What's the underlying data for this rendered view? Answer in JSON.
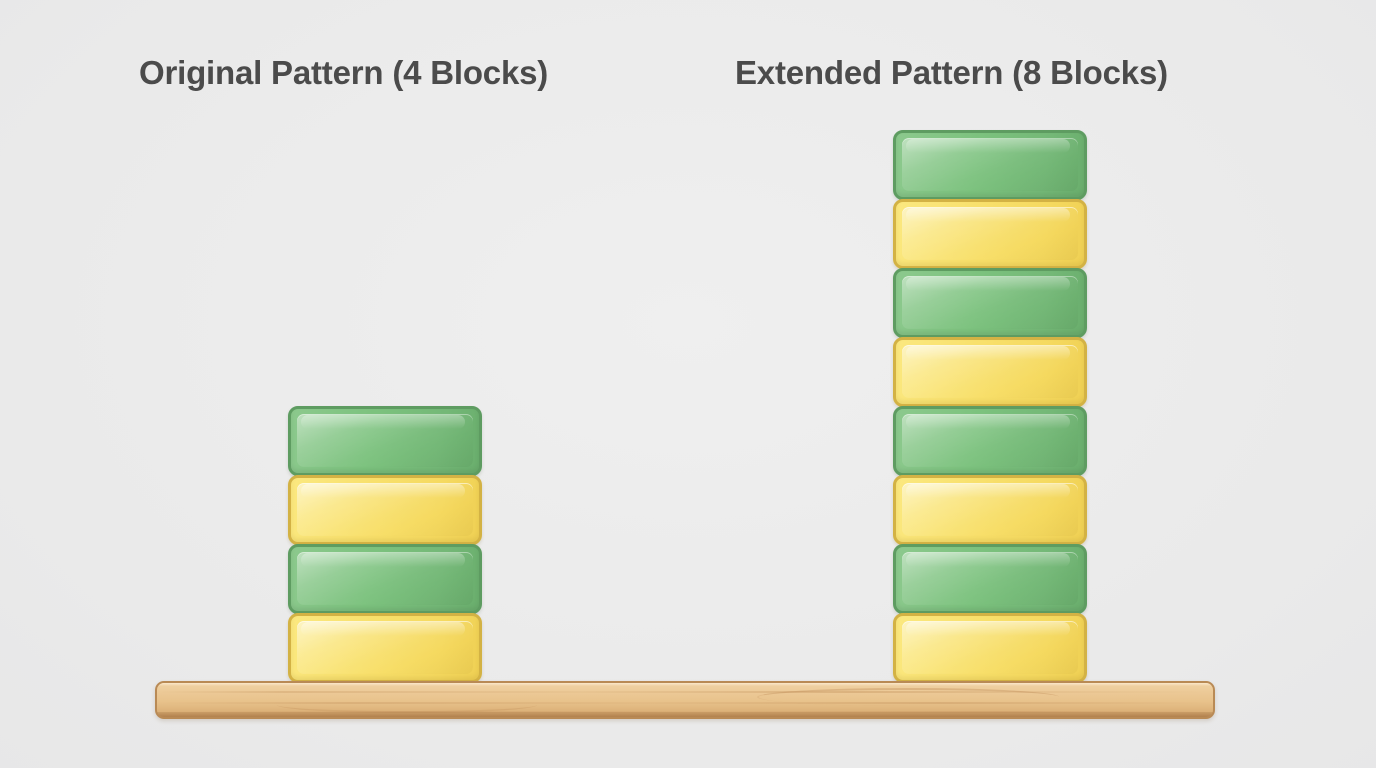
{
  "scene": {
    "background_color": "#ececec",
    "title_color": "#4b4b4b"
  },
  "panels": [
    {
      "id": "original",
      "title": "Original Pattern (4 Blocks)",
      "block_count": 4,
      "blocks_bottom_to_top": [
        "yellow",
        "green",
        "yellow",
        "green"
      ]
    },
    {
      "id": "extended",
      "title": "Extended Pattern (8 Blocks)",
      "block_count": 8,
      "blocks_bottom_to_top": [
        "yellow",
        "green",
        "yellow",
        "green",
        "yellow",
        "green",
        "yellow",
        "green"
      ]
    }
  ],
  "colors": {
    "green_fill": "#7cc27e",
    "green_border": "#5e9c61",
    "yellow_fill": "#f8e06c",
    "yellow_border": "#d3b244",
    "plank_fill": "#e8c28b",
    "plank_border": "#b98a55"
  },
  "surface": {
    "name": "wooden-plank"
  }
}
